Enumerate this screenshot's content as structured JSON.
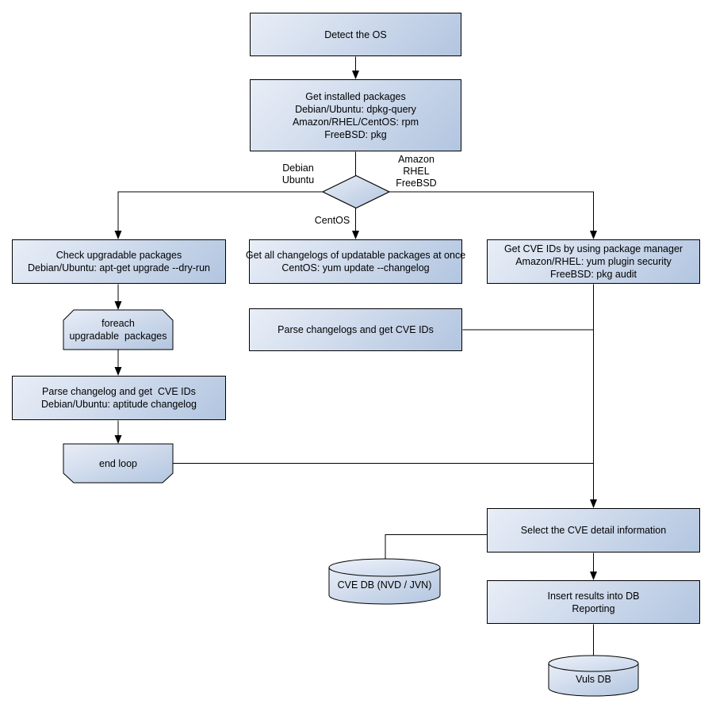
{
  "colors": {
    "background": "#ffffff",
    "node_fill_light": "#e9eef7",
    "node_fill_dark": "#b2c5e0",
    "cylinder_top_light": "#eef2f9",
    "cylinder_top_dark": "#c5d4ea",
    "node_border": "#000000",
    "text": "#000000"
  },
  "nodes": {
    "detect_os": "Detect the OS",
    "get_installed": "Get installed packages\nDebian/Ubuntu: dpkg-query\nAmazon/RHEL/CentOS: rpm\nFreeBSD: pkg",
    "check_upgradable": "Check upgradable packages\nDebian/Ubuntu: apt-get upgrade --dry-run",
    "foreach_loop": "foreach\nupgradable  packages",
    "parse_changelog": "Parse changelog and get  CVE IDs\nDebian/Ubuntu: aptitude changelog",
    "end_loop": "end loop",
    "get_changelogs": "Get all changelogs of updatable packages at once\nCentOS: yum update --changelog",
    "parse_changelogs": "Parse changelogs and get CVE IDs",
    "get_cve_ids": "Get CVE IDs by using package manager\nAmazon/RHEL: yum plugin security\nFreeBSD: pkg audit",
    "select_cve": "Select the CVE detail information",
    "insert_results": "Insert results into DB\nReporting",
    "cve_db": "CVE DB (NVD / JVN)",
    "vuls_db": "Vuls DB"
  },
  "edge_labels": {
    "debian_ubuntu": "Debian\nUbuntu",
    "amazon_rhel_freebsd": "Amazon\nRHEL\nFreeBSD",
    "centos": "CentOS"
  }
}
